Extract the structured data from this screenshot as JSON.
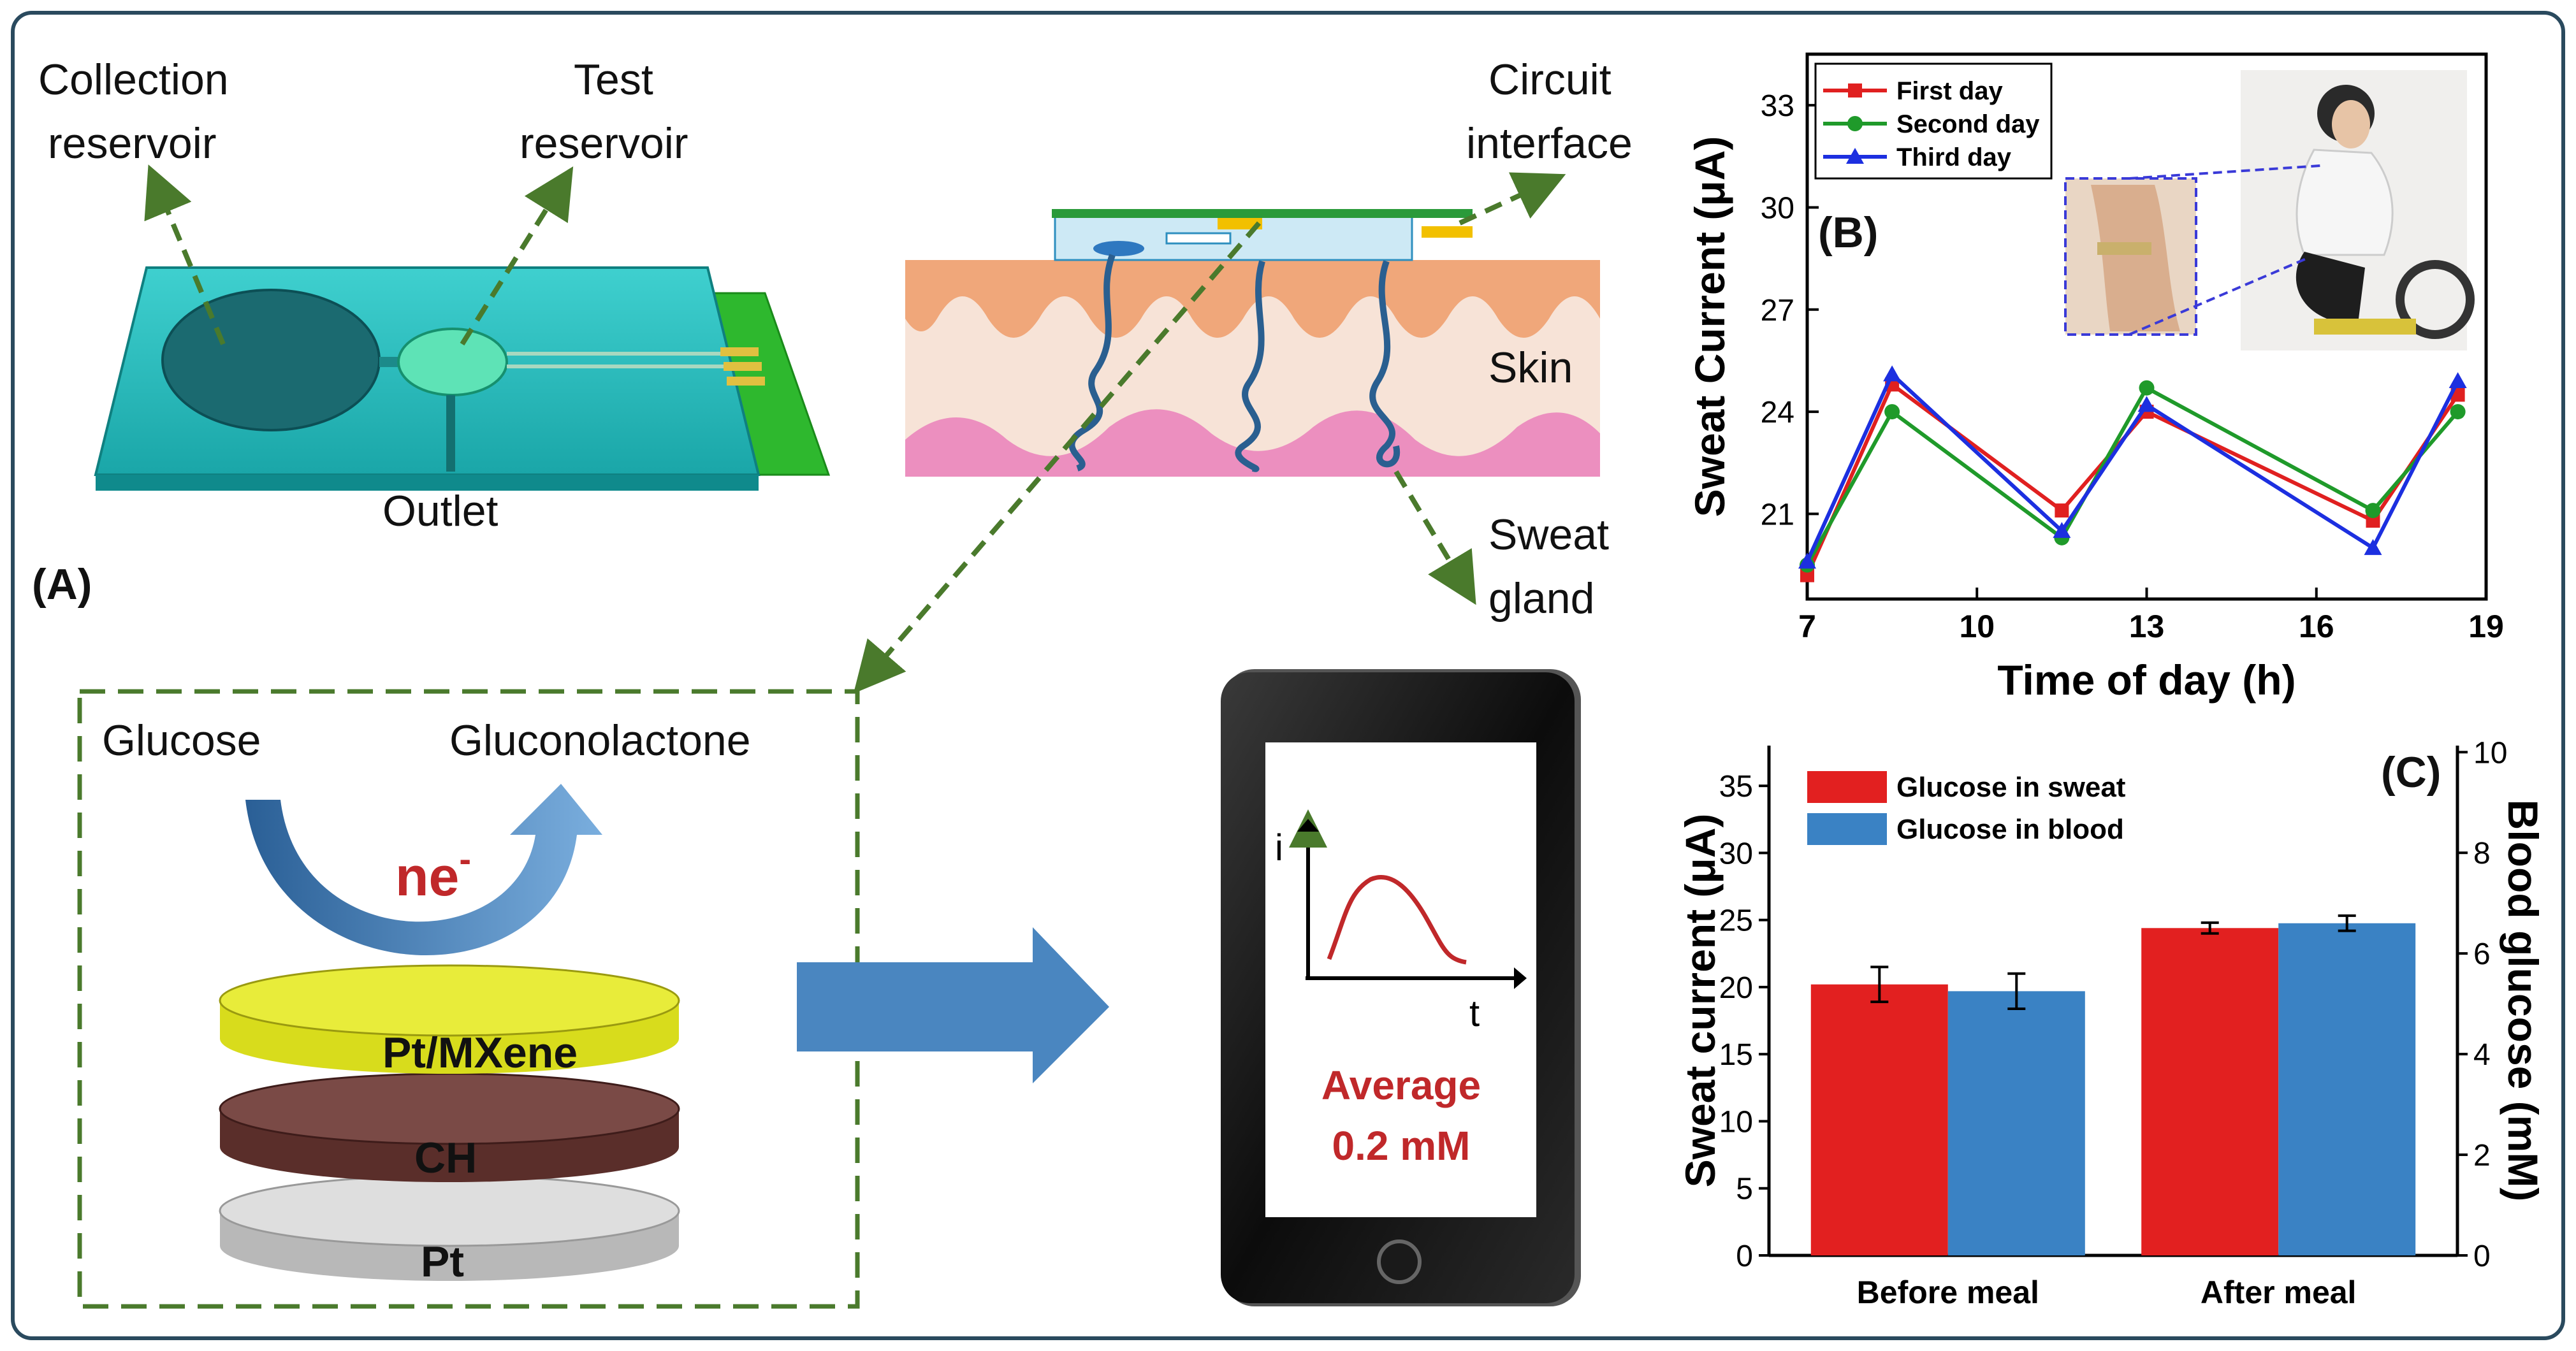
{
  "panel_a": {
    "label": "(A)",
    "collection_reservoir": [
      "Collection",
      "reservoir"
    ],
    "test_reservoir": [
      "Test",
      "reservoir"
    ],
    "outlet": "Outlet",
    "circuit_interface": [
      "Circuit",
      "interface"
    ],
    "skin": "Skin",
    "sweat_gland": [
      "Sweat",
      "gland"
    ],
    "glucose": "Glucose",
    "gluconolactone": "Gluconolactone",
    "electrons": "ne",
    "electron_charge": "-",
    "layers": [
      "Pt/MXene",
      "CH",
      "Pt"
    ],
    "phone": {
      "y_axis": "i",
      "x_axis": "t",
      "line1": "Average",
      "line2": "0.2 mM"
    }
  },
  "colors": {
    "frame": "#2a4a5e",
    "arrow_green": "#4a7a2c",
    "big_arrow": "#4a86c0",
    "red": "#e02020",
    "green": "#1f9a2a",
    "blue": "#1c2fe0",
    "bar_red": "#e22020",
    "bar_blue": "#3a82c4",
    "phone_text": "#c0282a"
  },
  "chart_data": [
    {
      "panel_label": "(B)",
      "type": "line",
      "xlabel": "Time of day (h)",
      "ylabel": "Sweat Current (μA)",
      "xlim": [
        7,
        19
      ],
      "ylim": [
        18.5,
        34.5
      ],
      "xticks": [
        "7",
        "10",
        "13",
        "16",
        "19"
      ],
      "yticks": [
        "21",
        "24",
        "27",
        "30",
        "33"
      ],
      "legend_position": "top-left",
      "series": [
        {
          "name": "First day",
          "x": [
            7,
            8.5,
            11.5,
            13,
            17,
            18.5
          ],
          "y": [
            19.2,
            24.8,
            21.1,
            24.0,
            20.8,
            24.5
          ]
        },
        {
          "name": "Second day",
          "x": [
            7,
            8.5,
            11.5,
            13,
            17,
            18.5
          ],
          "y": [
            19.5,
            24.0,
            20.3,
            24.7,
            21.1,
            24.0
          ]
        },
        {
          "name": "Third day",
          "x": [
            7,
            8.5,
            11.5,
            13,
            17,
            18.5
          ],
          "y": [
            19.6,
            25.1,
            20.5,
            24.2,
            20.0,
            24.9
          ]
        }
      ]
    },
    {
      "panel_label": "(C)",
      "type": "bar",
      "categories": [
        "Before meal",
        "After meal"
      ],
      "ylabel": "Sweat current (μA)",
      "y2label": "Blood glucose (mM)",
      "ylim": [
        0,
        38
      ],
      "y2lim": [
        0,
        10.13
      ],
      "yticks": [
        "0",
        "5",
        "10",
        "15",
        "20",
        "25",
        "30",
        "35"
      ],
      "y2ticks": [
        "0",
        "2",
        "4",
        "6",
        "8",
        "10"
      ],
      "legend_position": "top-left",
      "series": [
        {
          "name": "Glucose in sweat",
          "axis": "left",
          "values": [
            20.2,
            24.4
          ],
          "errors": [
            1.3,
            0.4
          ]
        },
        {
          "name": "Glucose in blood",
          "axis": "right",
          "values": [
            5.25,
            6.6
          ],
          "errors": [
            0.35,
            0.15
          ]
        }
      ]
    }
  ]
}
